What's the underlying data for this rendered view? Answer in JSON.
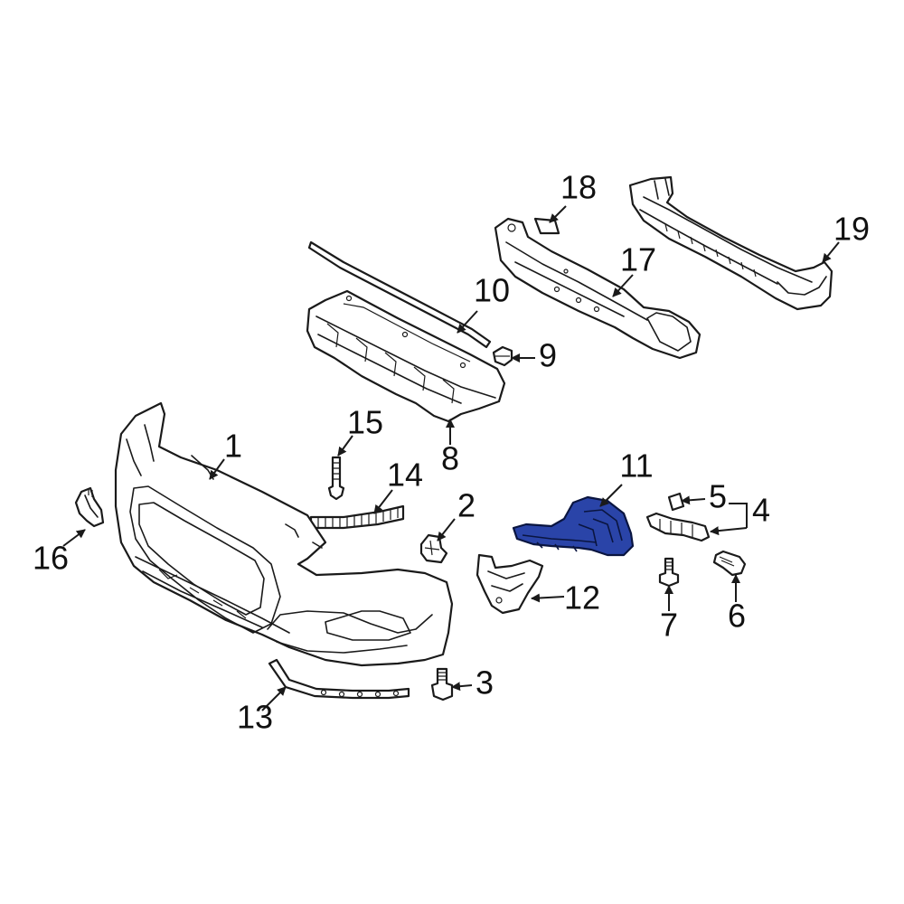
{
  "diagram": {
    "highlight_color": "#2a44a8",
    "callouts": {
      "c1": "1",
      "c2": "2",
      "c3": "3",
      "c4": "4",
      "c5": "5",
      "c6": "6",
      "c7": "7",
      "c8": "8",
      "c9": "9",
      "c10": "10",
      "c11": "11",
      "c12": "12",
      "c13": "13",
      "c14": "14",
      "c15": "15",
      "c16": "16",
      "c17": "17",
      "c18": "18",
      "c19": "19"
    },
    "highlighted_part": "11"
  }
}
